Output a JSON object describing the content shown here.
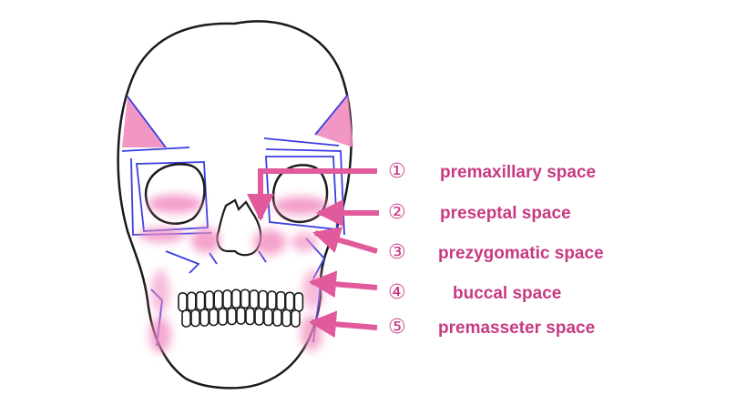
{
  "colors": {
    "outline": "#1a1a1a",
    "blue": "#3a3ee0",
    "pink": "#e05a9c",
    "text": "#c73a83"
  },
  "labels": [
    {
      "num": "①",
      "text": "premaxillary space"
    },
    {
      "num": "②",
      "text": "preseptal space"
    },
    {
      "num": "③",
      "text": "prezygomatic space"
    },
    {
      "num": "④",
      "text": "buccal space"
    },
    {
      "num": "⑤",
      "text": "premasseter space"
    }
  ]
}
